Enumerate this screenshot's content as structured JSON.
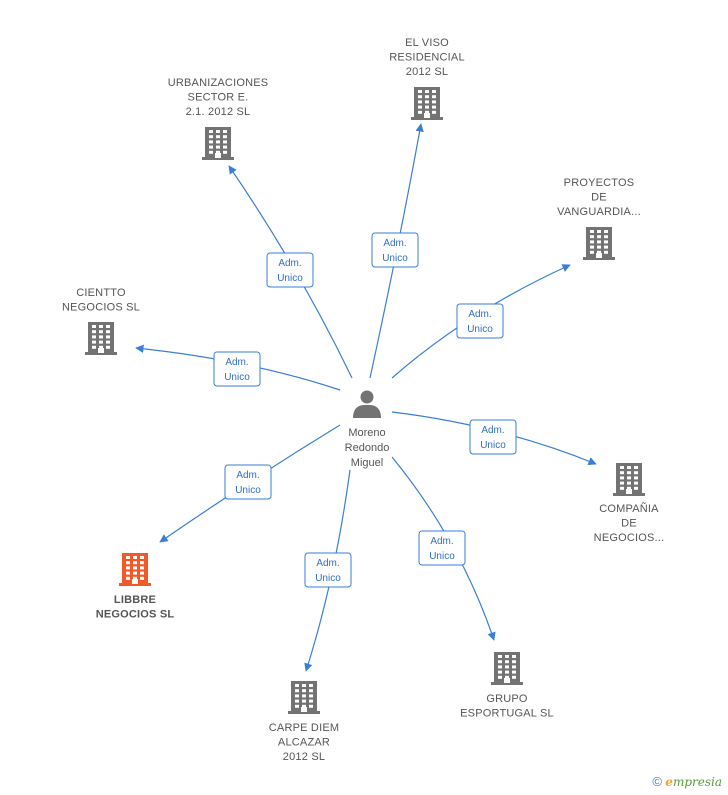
{
  "colors": {
    "edge": "#3a7fd5",
    "building": "#737373",
    "highlight": "#f05a2a"
  },
  "center": {
    "icon": "person-icon",
    "label_lines": [
      "Moreno",
      "Redondo",
      "Miguel"
    ]
  },
  "companies": [
    {
      "id": "urbanizaciones",
      "label_lines": [
        "URBANIZACIONES",
        "SECTOR E.",
        "2.1. 2012 SL"
      ],
      "icon": "building-icon",
      "highlight": false
    },
    {
      "id": "el-viso",
      "label_lines": [
        "EL VISO",
        "RESIDENCIAL",
        "2012 SL"
      ],
      "icon": "building-icon",
      "highlight": false
    },
    {
      "id": "proyectos",
      "label_lines": [
        "PROYECTOS",
        "DE",
        "VANGUARDIA..."
      ],
      "icon": "building-icon",
      "highlight": false
    },
    {
      "id": "ciento",
      "label_lines": [
        "CIENTTO",
        "NEGOCIOS SL"
      ],
      "icon": "building-icon",
      "highlight": false
    },
    {
      "id": "compania",
      "label_lines": [
        "COMPAÑIA",
        "DE",
        "NEGOCIOS..."
      ],
      "icon": "building-icon",
      "highlight": false
    },
    {
      "id": "libbre",
      "label_lines": [
        "LIBBRE",
        "NEGOCIOS SL"
      ],
      "icon": "building-icon",
      "highlight": true
    },
    {
      "id": "grupo",
      "label_lines": [
        "GRUPO",
        "ESPORTUGAL SL"
      ],
      "icon": "building-icon",
      "highlight": false
    },
    {
      "id": "carpe",
      "label_lines": [
        "CARPE DIEM",
        "ALCAZAR",
        "2012 SL"
      ],
      "icon": "building-icon",
      "highlight": false
    }
  ],
  "edges": [
    {
      "to": "urbanizaciones",
      "label_lines": [
        "Adm.",
        "Unico"
      ]
    },
    {
      "to": "el-viso",
      "label_lines": [
        "Adm.",
        "Unico"
      ]
    },
    {
      "to": "proyectos",
      "label_lines": [
        "Adm.",
        "Unico"
      ]
    },
    {
      "to": "ciento",
      "label_lines": [
        "Adm.",
        "Unico"
      ]
    },
    {
      "to": "compania",
      "label_lines": [
        "Adm.",
        "Unico"
      ]
    },
    {
      "to": "libbre",
      "label_lines": [
        "Adm.",
        "Unico"
      ]
    },
    {
      "to": "grupo",
      "label_lines": [
        "Adm.",
        "Unico"
      ]
    },
    {
      "to": "carpe",
      "label_lines": [
        "Adm.",
        "Unico"
      ]
    }
  ],
  "footer": {
    "copyright": "©",
    "brand_initial": "e",
    "brand_rest": "mpresia"
  }
}
